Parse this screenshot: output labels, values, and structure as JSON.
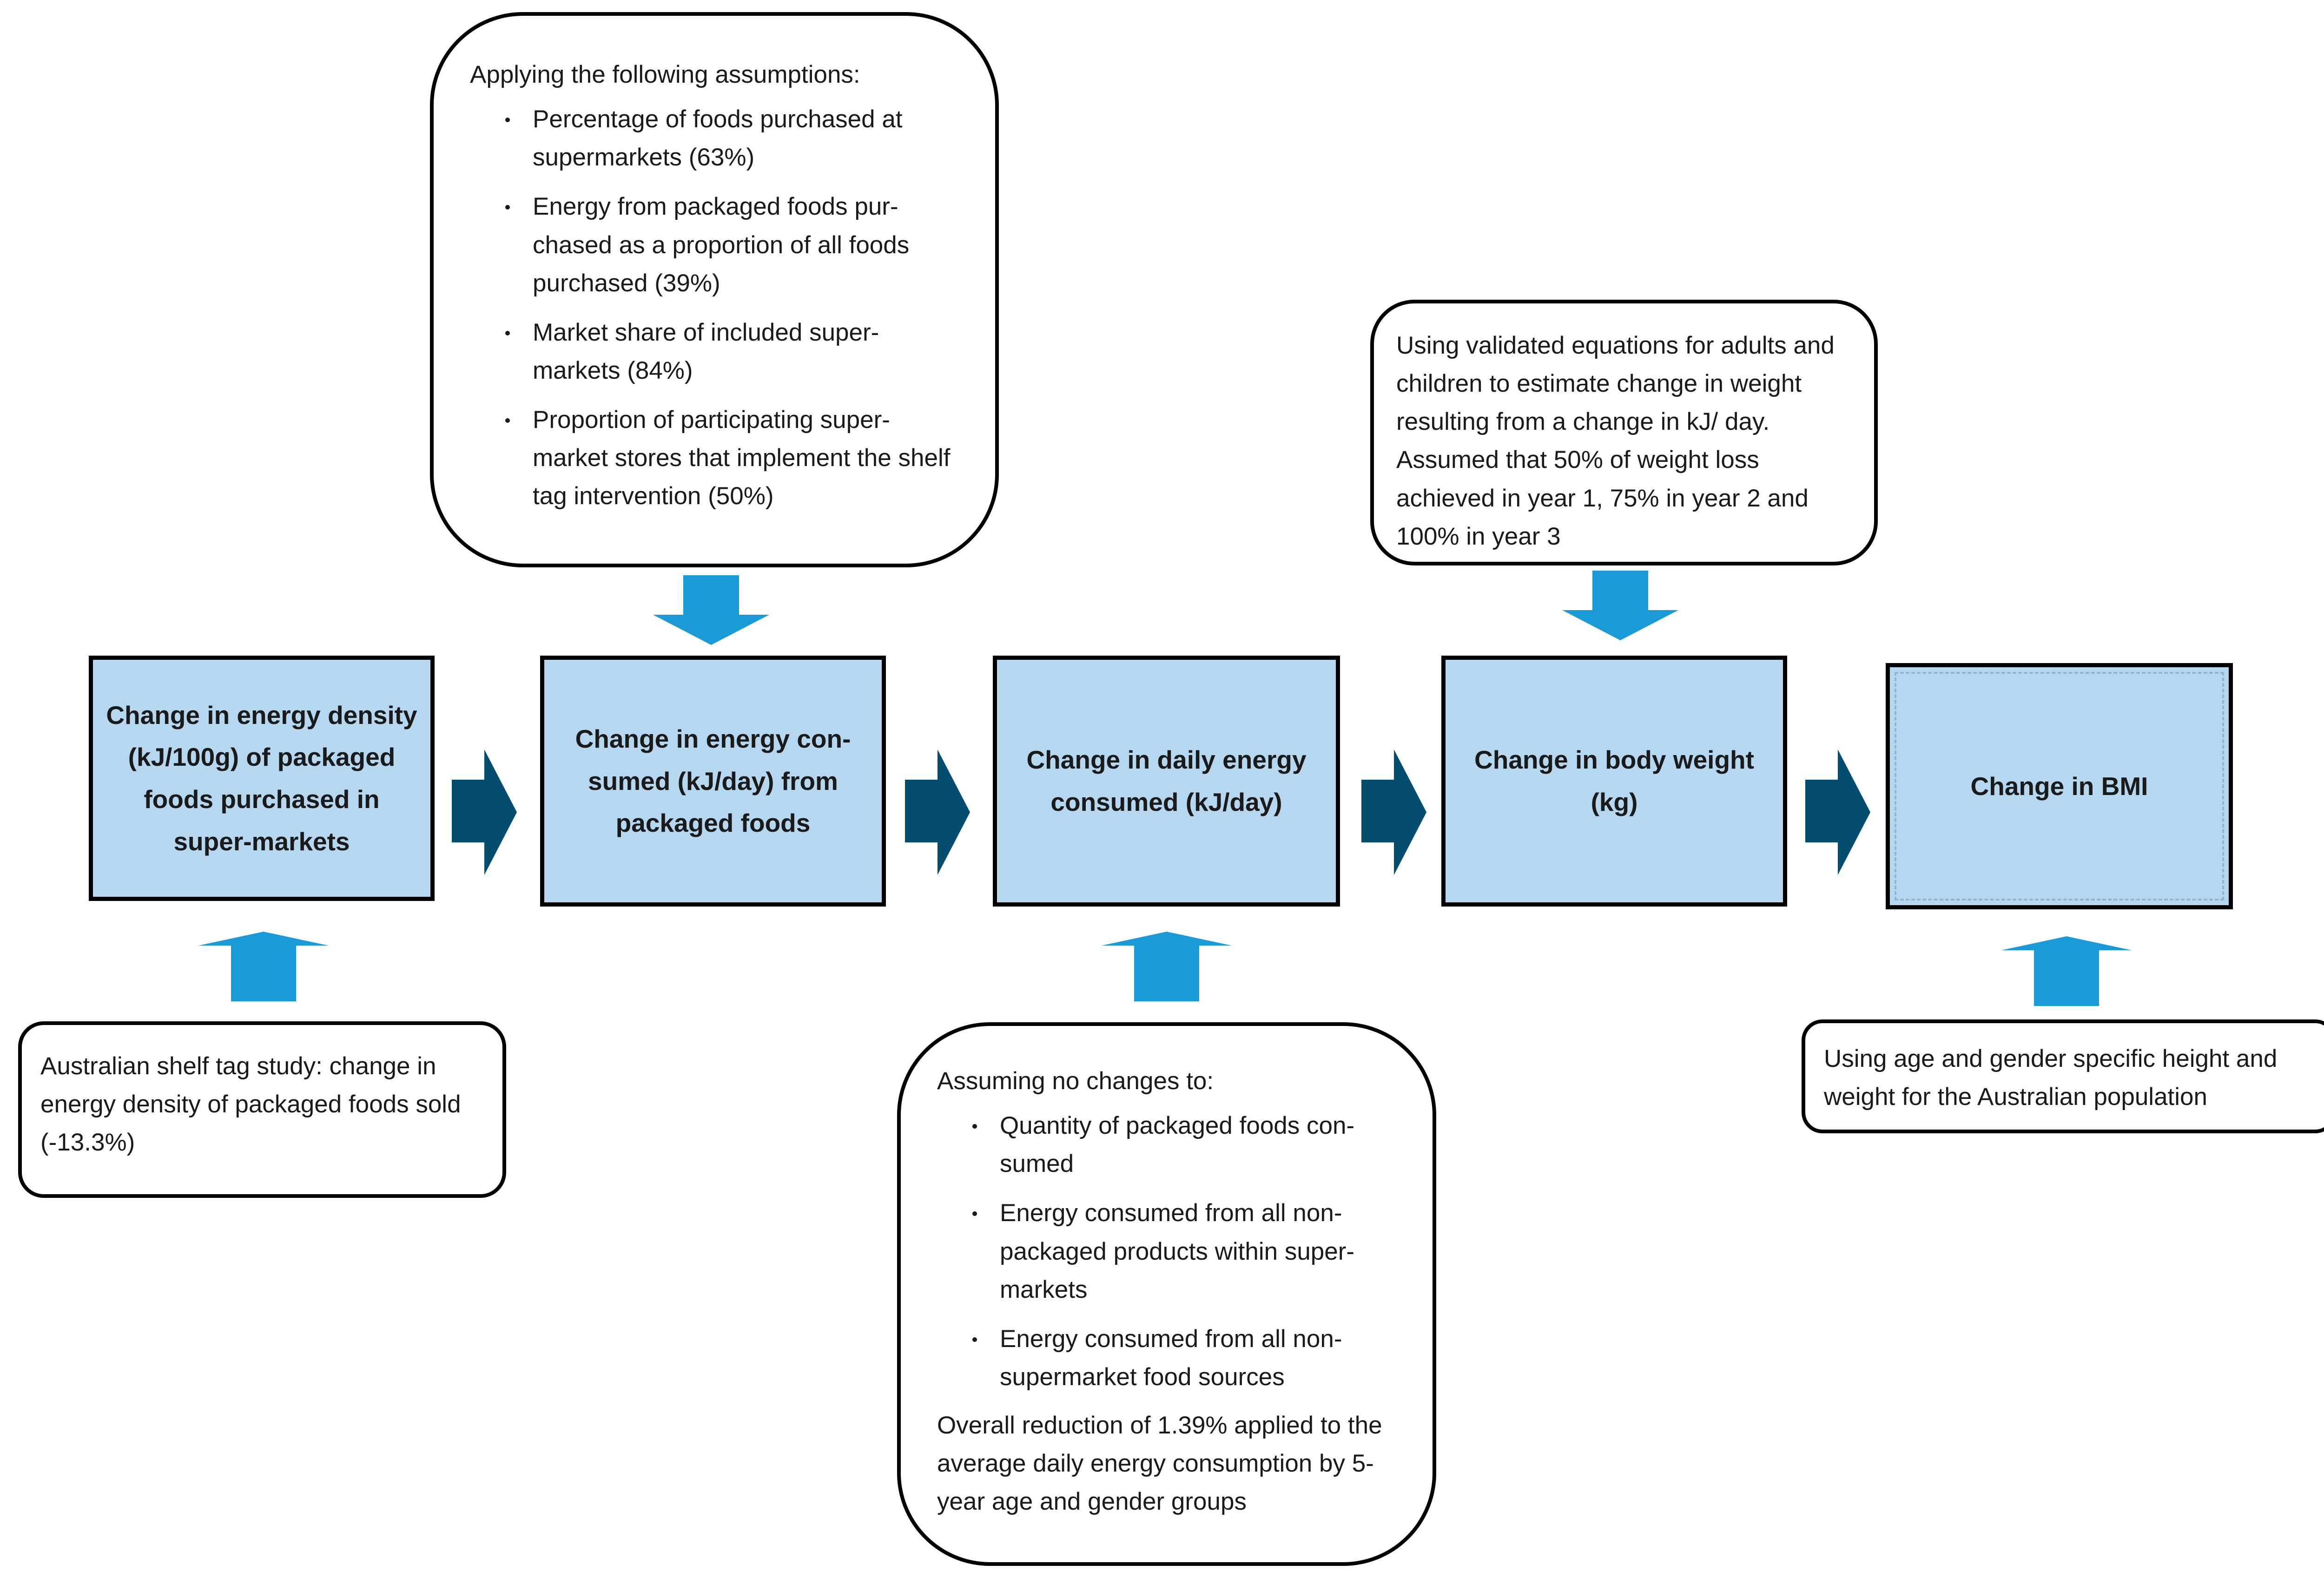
{
  "colors": {
    "box_fill": "#b6d7f0",
    "input_arrow": "#1b9ad8",
    "flow_arrow": "#054d6e",
    "outline": "#000000"
  },
  "boxes": [
    {
      "label": "Change in energy density (kJ/100g) of packaged foods purchased in super-markets"
    },
    {
      "label": "Change in energy con-sumed (kJ/day) from packaged foods"
    },
    {
      "label": "Change in daily energy consumed (kJ/day)"
    },
    {
      "label": "Change in body weight (kg)"
    },
    {
      "label": "Change in BMI"
    }
  ],
  "notes": {
    "assumptions": {
      "heading": "Applying the following assumptions:",
      "items": [
        "Percentage of foods purchased at supermarkets (63%)",
        "Energy from packaged foods pur-chased as a proportion of all foods purchased (39%)",
        "Market share of included super-markets (84%)",
        "Proportion of participating super-market stores that implement the shelf tag intervention (50%)"
      ]
    },
    "shelf_tag": {
      "text": "Australian shelf tag study: change in energy density of packaged foods sold (-13.3%)"
    },
    "no_changes": {
      "heading": "Assuming no changes to:",
      "items": [
        "Quantity of packaged foods con-sumed",
        "Energy consumed from all non-packaged products within super-markets",
        "Energy consumed from all non-supermarket food sources"
      ],
      "footer": "Overall reduction of  1.39% applied to the average daily energy consumption by 5-year  age and gender groups"
    },
    "equations": {
      "text": "Using validated equations for adults and children to estimate change in weight resulting from a change in kJ/ day. Assumed that 50% of weight loss achieved in year 1, 75% in year 2 and 100% in year 3"
    },
    "height_weight": {
      "text": "Using age and gender specific height and weight for the Australian population"
    }
  }
}
